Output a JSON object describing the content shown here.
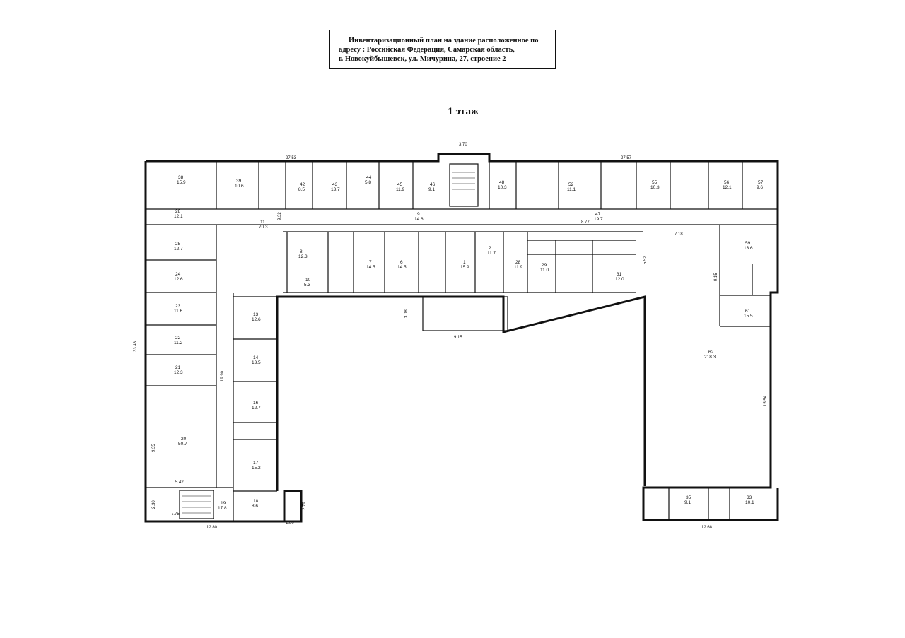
{
  "title": {
    "line1": "Инвентаризационный план на здание расположенное по",
    "line2": "адресу : Российская Федерация, Самарская область,",
    "line3": "г. Новокуйбышевск, ул. Мичурина, 27, строение 2"
  },
  "floor_label": "1 этаж",
  "dimensions": [
    {
      "id": "top-left-length",
      "text": "27.53"
    },
    {
      "id": "top-right-length",
      "text": "27.57"
    },
    {
      "id": "stair-top-width",
      "text": "3.70"
    },
    {
      "id": "left-total-height",
      "text": "33.48"
    },
    {
      "id": "bottom-left-width",
      "text": "12.80"
    },
    {
      "id": "bottom-left-stub",
      "text": "1.80"
    },
    {
      "id": "bottom-right-width",
      "text": "12.68"
    },
    {
      "id": "courtyard-width",
      "text": "9.15"
    },
    {
      "id": "right-height",
      "text": "15.54"
    },
    {
      "id": "corridor-length",
      "text": "19.90"
    },
    {
      "id": "corridor-mid",
      "text": "8.77"
    },
    {
      "id": "corridor-left",
      "text": "9.32"
    },
    {
      "id": "room20-height",
      "text": "9.35"
    },
    {
      "id": "room20-width",
      "text": "5.42"
    },
    {
      "id": "stair-bottom-width",
      "text": "7.75"
    },
    {
      "id": "stair-bottom-height",
      "text": "2.30"
    },
    {
      "id": "hall-right-height",
      "text": "5.52"
    },
    {
      "id": "hall-right-width",
      "text": "7.18"
    },
    {
      "id": "porch-height",
      "text": "2.79"
    },
    {
      "id": "entrance-depth",
      "text": "3.08"
    },
    {
      "id": "right-wing-height",
      "text": "9.15"
    }
  ],
  "rooms": [
    {
      "num": "38",
      "area": "15.9"
    },
    {
      "num": "39",
      "area": "10.6"
    },
    {
      "num": "28",
      "area": "12.1"
    },
    {
      "num": "25",
      "area": "12.7"
    },
    {
      "num": "24",
      "area": "12.6"
    },
    {
      "num": "23",
      "area": "11.6"
    },
    {
      "num": "22",
      "area": "11.2"
    },
    {
      "num": "21",
      "area": "12.3"
    },
    {
      "num": "20",
      "area": "50.7"
    },
    {
      "num": "19",
      "area": "17.8"
    },
    {
      "num": "18",
      "area": "8.6"
    },
    {
      "num": "17",
      "area": "15.2"
    },
    {
      "num": "16",
      "area": "12.7"
    },
    {
      "num": "14",
      "area": "13.5"
    },
    {
      "num": "13",
      "area": "12.6"
    },
    {
      "num": "11",
      "area": "70.3"
    },
    {
      "num": "42",
      "area": "8.5"
    },
    {
      "num": "43",
      "area": "13.7"
    },
    {
      "num": "44",
      "area": "5.8"
    },
    {
      "num": "45",
      "area": "11.9"
    },
    {
      "num": "46",
      "area": "9.1"
    },
    {
      "num": "48",
      "area": "10.3"
    },
    {
      "num": "52",
      "area": "11.1"
    },
    {
      "num": "55",
      "area": "10.3"
    },
    {
      "num": "56",
      "area": "12.1"
    },
    {
      "num": "57",
      "area": "9.6"
    },
    {
      "num": "47",
      "area": "19.7"
    },
    {
      "num": "9",
      "area": "14.6"
    },
    {
      "num": "8",
      "area": "12.3"
    },
    {
      "num": "7",
      "area": "14.5"
    },
    {
      "num": "6",
      "area": "14.5"
    },
    {
      "num": "1",
      "area": "15.9"
    },
    {
      "num": "2",
      "area": "11.7"
    },
    {
      "num": "28",
      "area": "11.9"
    },
    {
      "num": "29",
      "area": "11.0"
    },
    {
      "num": "31",
      "area": "12.0"
    },
    {
      "num": "59",
      "area": "13.6"
    },
    {
      "num": "61",
      "area": "15.5"
    },
    {
      "num": "62",
      "area": "218.3"
    },
    {
      "num": "35",
      "area": "9.1"
    },
    {
      "num": "33",
      "area": "10.1"
    },
    {
      "num": "10",
      "area": "5.3"
    }
  ],
  "colors": {
    "wall": "#111111",
    "paper": "#ffffff"
  }
}
